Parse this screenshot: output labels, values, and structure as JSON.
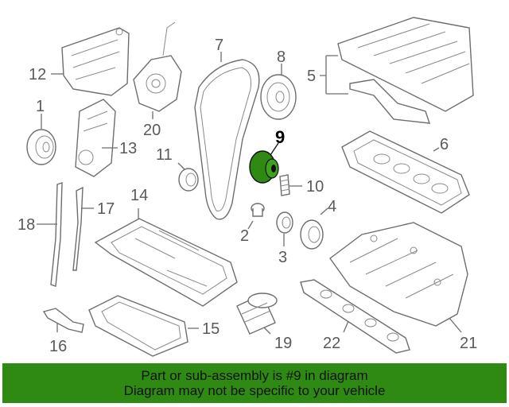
{
  "diagram": {
    "highlight_color": "#2f8a14",
    "callouts": [
      "12",
      "20",
      "7",
      "8",
      "5",
      "1",
      "13",
      "9",
      "6",
      "11",
      "10",
      "18",
      "17",
      "14",
      "2",
      "4",
      "3",
      "16",
      "15",
      "19",
      "22",
      "21"
    ],
    "highlighted_part": "9"
  },
  "banner": {
    "line1": "Part or sub-assembly is #9 in diagram",
    "line2": "Diagram may not be specific to your vehicle",
    "background": "#2f8a14"
  }
}
